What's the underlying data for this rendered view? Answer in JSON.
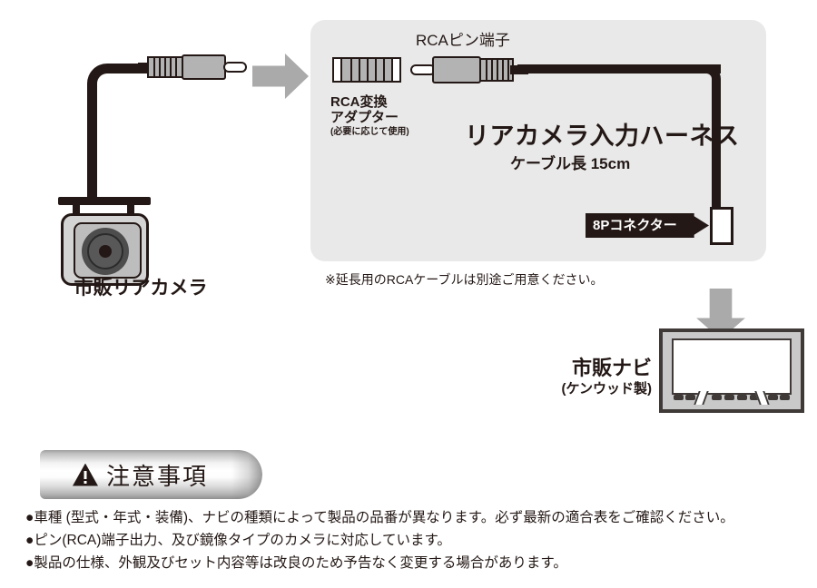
{
  "camera": {
    "caption": "市販リアカメラ",
    "icons": {
      "cable": "cable-icon",
      "plug": "rca-plug-icon",
      "lens": "camera-lens-icon"
    }
  },
  "transfer_arrow": {
    "icon": "arrow-right-icon",
    "color": "#aaaaaa"
  },
  "harness_panel": {
    "background": "#e9e9e9",
    "rca_terminal_label": "RCAピン端子",
    "adapter": {
      "label_line1": "RCA変換",
      "label_line2": "アダプター",
      "label_sub": "(必要に応じて使用)",
      "icon": "rca-adapter-icon"
    },
    "product_title": "リアカメラ入力ハーネス",
    "product_subtitle": "ケーブル長 15cm",
    "connector_label": "8Pコネクター",
    "connector_icon": "8p-connector-icon",
    "note": "※延長用のRCAケーブルは別途ご用意ください。"
  },
  "down_arrow": {
    "icon": "arrow-down-icon",
    "color": "#aaaaaa"
  },
  "navigation": {
    "caption_main": "市販ナビ",
    "caption_sub": "(ケンウッド製)",
    "icon": "car-navigation-icon"
  },
  "caution": {
    "title": "注意事項",
    "icon": "warning-triangle-icon",
    "notes": [
      "●車種 (型式・年式・装備)、ナビの種類によって製品の品番が異なります。必ず最新の適合表をご確認ください。",
      "●ピン(RCA)端子出力、及び鏡像タイプのカメラに対応しています。",
      "●製品の仕様、外観及びセット内容等は改良のため予告なく変更する場合があります。"
    ]
  },
  "colors": {
    "ink": "#231815",
    "panel": "#e9e9e9",
    "metal": "#b3b3b3",
    "arrow": "#aaaaaa"
  }
}
